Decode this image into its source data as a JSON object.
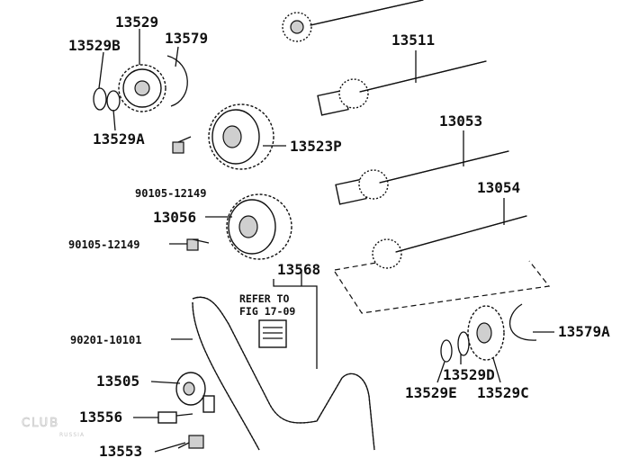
{
  "labels": {
    "l13529": "13529",
    "l13529B": "13529B",
    "l13579": "13579",
    "l13529A": "13529A",
    "l13511": "13511",
    "l13523P": "13523P",
    "l13053": "13053",
    "l90105a": "90105-12149",
    "l13054": "13054",
    "l13056": "13056",
    "l90105b": "90105-12149",
    "l13568": "13568",
    "refer": "REFER TO",
    "fig": "FIG 17-09",
    "l90201": "90201-10101",
    "l13579A": "13579A",
    "l13505": "13505",
    "l13529D": "13529D",
    "l13529E": "13529E",
    "l13529C": "13529C",
    "l13556": "13556",
    "l13553": "13553"
  },
  "watermark": {
    "main": "CLUB",
    "sub": "RUSSIA"
  }
}
